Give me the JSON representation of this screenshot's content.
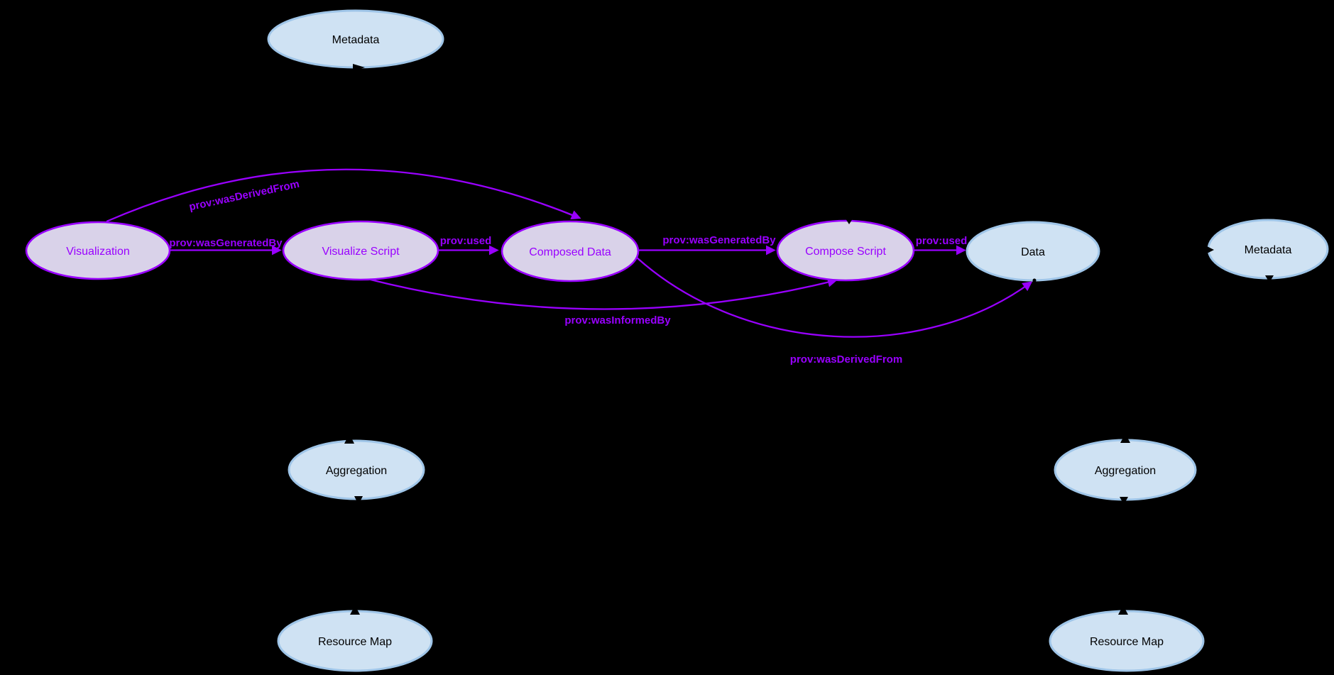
{
  "diagram": {
    "background": "#000000",
    "colors": {
      "prov_accent": "#9900ff",
      "prov_node_fill": "#d9d2e9",
      "blue_node_fill": "#cfe2f3",
      "blue_node_stroke": "#9fc5e8",
      "blue_node_text": "#000000"
    },
    "nodes": {
      "metadata_top": {
        "label": "Metadata"
      },
      "visualization": {
        "label": "Visualization"
      },
      "visualize_script": {
        "label": "Visualize Script"
      },
      "composed_data": {
        "label": "Composed Data"
      },
      "compose_script": {
        "label": "Compose Script"
      },
      "data": {
        "label": "Data"
      },
      "metadata_right": {
        "label": "Metadata"
      },
      "aggregation_left": {
        "label": "Aggregation"
      },
      "aggregation_right": {
        "label": "Aggregation"
      },
      "resource_map_left": {
        "label": "Resource Map"
      },
      "resource_map_right": {
        "label": "Resource Map"
      }
    },
    "edges": {
      "was_derived_from_top": {
        "label": "prov:wasDerivedFrom",
        "from": "Visualization",
        "to": "Composed Data"
      },
      "was_generated_by_1": {
        "label": "prov:wasGeneratedBy",
        "from": "Visualization",
        "to": "Visualize Script"
      },
      "used_1": {
        "label": "prov:used",
        "from": "Visualize Script",
        "to": "Composed Data"
      },
      "was_generated_by_2": {
        "label": "prov:wasGeneratedBy",
        "from": "Composed Data",
        "to": "Compose Script"
      },
      "used_2": {
        "label": "prov:used",
        "from": "Compose Script",
        "to": "Data"
      },
      "was_informed_by": {
        "label": "prov:wasInformedBy",
        "from": "Visualize Script",
        "to": "Compose Script"
      },
      "was_derived_from_bottom": {
        "label": "prov:wasDerivedFrom",
        "from": "Composed Data",
        "to": "Data"
      }
    }
  }
}
